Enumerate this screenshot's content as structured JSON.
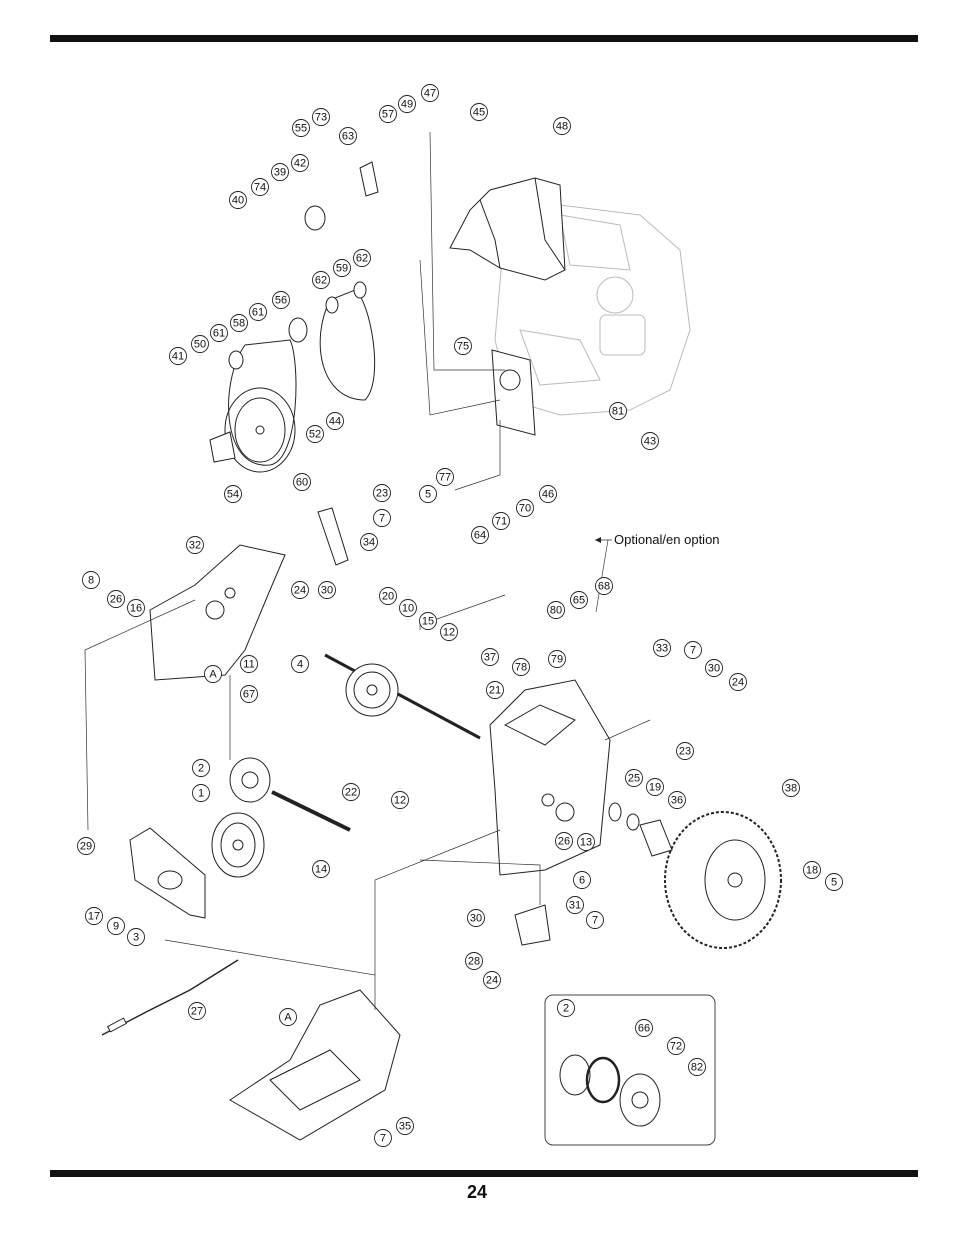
{
  "page_number": "24",
  "optional_label": "Optional/en option",
  "callouts": [
    {
      "label": "47"
    },
    {
      "label": "49"
    },
    {
      "label": "57"
    },
    {
      "label": "45"
    },
    {
      "label": "48"
    },
    {
      "label": "73"
    },
    {
      "label": "55"
    },
    {
      "label": "63"
    },
    {
      "label": "42"
    },
    {
      "label": "39"
    },
    {
      "label": "74"
    },
    {
      "label": "40"
    },
    {
      "label": "62"
    },
    {
      "label": "59"
    },
    {
      "label": "62"
    },
    {
      "label": "56"
    },
    {
      "label": "61"
    },
    {
      "label": "58"
    },
    {
      "label": "61"
    },
    {
      "label": "50"
    },
    {
      "label": "41"
    },
    {
      "label": "75"
    },
    {
      "label": "81"
    },
    {
      "label": "43"
    },
    {
      "label": "52"
    },
    {
      "label": "44"
    },
    {
      "label": "54"
    },
    {
      "label": "60"
    },
    {
      "label": "77"
    },
    {
      "label": "5"
    },
    {
      "label": "23"
    },
    {
      "label": "7"
    },
    {
      "label": "34"
    },
    {
      "label": "46"
    },
    {
      "label": "70"
    },
    {
      "label": "71"
    },
    {
      "label": "64"
    },
    {
      "label": "68"
    },
    {
      "label": "65"
    },
    {
      "label": "80"
    },
    {
      "label": "32"
    },
    {
      "label": "8"
    },
    {
      "label": "26"
    },
    {
      "label": "16"
    },
    {
      "label": "24"
    },
    {
      "label": "30"
    },
    {
      "label": "20"
    },
    {
      "label": "10"
    },
    {
      "label": "15"
    },
    {
      "label": "12"
    },
    {
      "label": "A"
    },
    {
      "label": "11"
    },
    {
      "label": "4"
    },
    {
      "label": "37"
    },
    {
      "label": "78"
    },
    {
      "label": "79"
    },
    {
      "label": "33"
    },
    {
      "label": "7"
    },
    {
      "label": "30"
    },
    {
      "label": "24"
    },
    {
      "label": "67"
    },
    {
      "label": "21"
    },
    {
      "label": "23"
    },
    {
      "label": "2"
    },
    {
      "label": "1"
    },
    {
      "label": "22"
    },
    {
      "label": "12"
    },
    {
      "label": "25"
    },
    {
      "label": "19"
    },
    {
      "label": "36"
    },
    {
      "label": "38"
    },
    {
      "label": "29"
    },
    {
      "label": "26"
    },
    {
      "label": "13"
    },
    {
      "label": "14"
    },
    {
      "label": "6"
    },
    {
      "label": "18"
    },
    {
      "label": "5"
    },
    {
      "label": "17"
    },
    {
      "label": "9"
    },
    {
      "label": "3"
    },
    {
      "label": "30"
    },
    {
      "label": "31"
    },
    {
      "label": "7"
    },
    {
      "label": "28"
    },
    {
      "label": "24"
    },
    {
      "label": "27"
    },
    {
      "label": "A"
    },
    {
      "label": "35"
    },
    {
      "label": "7"
    },
    {
      "label": "2"
    },
    {
      "label": "66"
    },
    {
      "label": "72"
    },
    {
      "label": "82"
    }
  ]
}
